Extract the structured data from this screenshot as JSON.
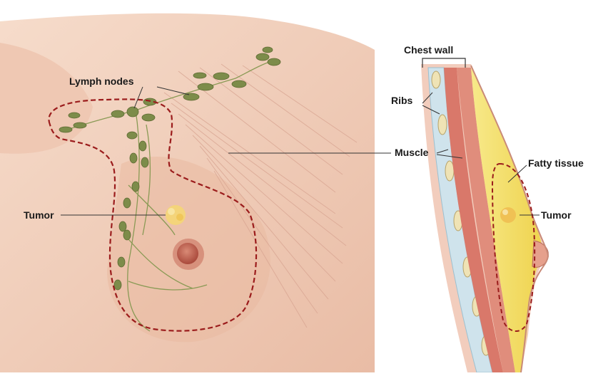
{
  "labels": {
    "lymph_nodes": "Lymph nodes",
    "tumor_front": "Tumor",
    "chest_wall": "Chest wall",
    "ribs": "Ribs",
    "muscle": "Muscle",
    "fatty_tissue": "Fatty tissue",
    "tumor_side": "Tumor"
  },
  "colors": {
    "skin": "#f3d3c0",
    "skin_shadow": "#e7b59d",
    "muscle": "#d9786a",
    "lymph_node": "#7d8c4a",
    "tumor": "#f4d47a",
    "dashed_outline": "#9b1c1c",
    "fat": "#f4e06a",
    "rib": "#efe3b5"
  }
}
